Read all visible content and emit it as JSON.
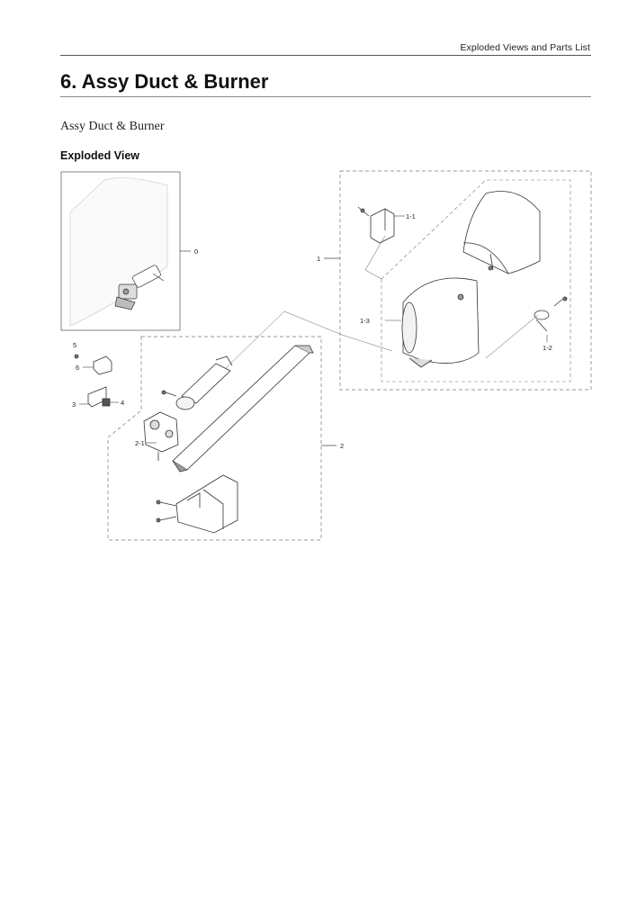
{
  "header": {
    "running_title": "Exploded Views and Parts List"
  },
  "section": {
    "title": "6.  Assy Duct & Burner",
    "subtitle": "Assy Duct & Burner",
    "view_heading": "Exploded View"
  },
  "callouts": {
    "c0": "0",
    "c1": "1",
    "c1_1": "1-1",
    "c1_2": "1-2",
    "c1_3": "1-3",
    "c2": "2",
    "c2_1": "2-1",
    "c3": "3",
    "c4": "4",
    "c5": "5",
    "c6": "6"
  }
}
